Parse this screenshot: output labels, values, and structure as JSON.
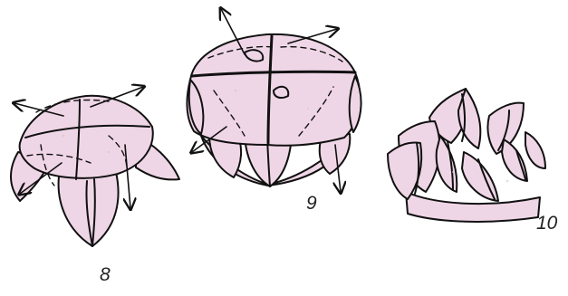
{
  "colors": {
    "paper": "#efd6e6",
    "ink": "#111111",
    "background": "#ffffff"
  },
  "steps": [
    {
      "number": "8"
    },
    {
      "number": "9"
    },
    {
      "number": "10"
    }
  ]
}
